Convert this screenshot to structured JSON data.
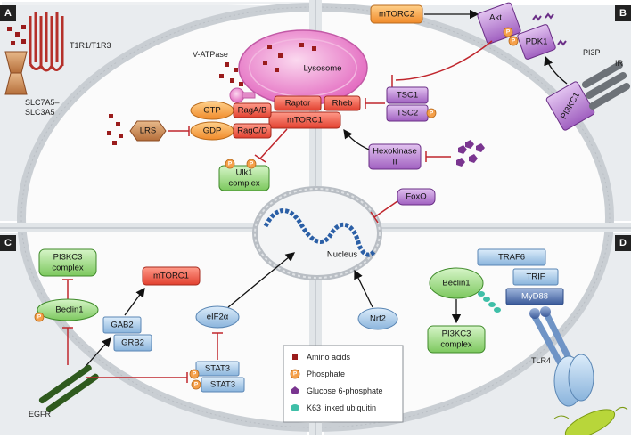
{
  "quadrants": {
    "a": "A",
    "b": "B",
    "c": "C",
    "d": "D"
  },
  "receptors": {
    "t1r1": "T1R1/T1R3",
    "slc_line1": "SLC7A5–",
    "slc_line2": "SLC3A5",
    "v_atpase": "V-ATPase",
    "pi3p": "PI3P",
    "ir": "IR",
    "egfr": "EGFR",
    "tlr4": "TLR4"
  },
  "organelles": {
    "lysosome": "Lysosome",
    "nucleus": "Nucleus"
  },
  "nodes": {
    "mtorc2": "mTORC2",
    "akt": "Akt",
    "pdk1": "PDK1",
    "pi3kc1": "PI3KC1",
    "tsc1": "TSC1",
    "tsc2": "TSC2",
    "raptor": "Raptor",
    "rheb": "Rheb",
    "mtorc1": "mTORC1",
    "gtp": "GTP",
    "gdp": "GDP",
    "ragab": "RagA/B",
    "ragcd": "RagC/D",
    "lrs": "LRS",
    "ulk1_line1": "Ulk1",
    "ulk1_line2": "complex",
    "hexo_line1": "Hexokinase",
    "hexo_line2": "II",
    "foxo": "FoxO",
    "nrf2": "Nrf2",
    "pi3kc3_c_line1": "PI3KC3",
    "pi3kc3_c_line2": "complex",
    "beclin1_c": "Beclin1",
    "mtorc1_c": "mTORC1",
    "gab2": "GAB2",
    "grb2": "GRB2",
    "eif2a": "eIF2α",
    "stat3a": "STAT3",
    "stat3b": "STAT3",
    "traf6": "TRAF6",
    "trif": "TRIF",
    "myd88": "MyD88",
    "beclin1_d": "Beclin1",
    "pi3kc3_d_line1": "PI3KC3",
    "pi3kc3_d_line2": "complex"
  },
  "phosphate_symbol": "P",
  "legend": {
    "amino": "Amino acids",
    "phosphate": "Phosphate",
    "glucose": "Glucose 6-phosphate",
    "ubiquitin": "K63 linked ubiquitin"
  },
  "colors": {
    "orange": "#f5a04a",
    "red": "#e8453c",
    "purple": "#8a4ea6",
    "green": "#8fd07a",
    "blue": "#8ab4dc",
    "dark_red": "#8b1a1a",
    "inhibit": "#c0262d",
    "dark_green": "#2e5e1e"
  }
}
